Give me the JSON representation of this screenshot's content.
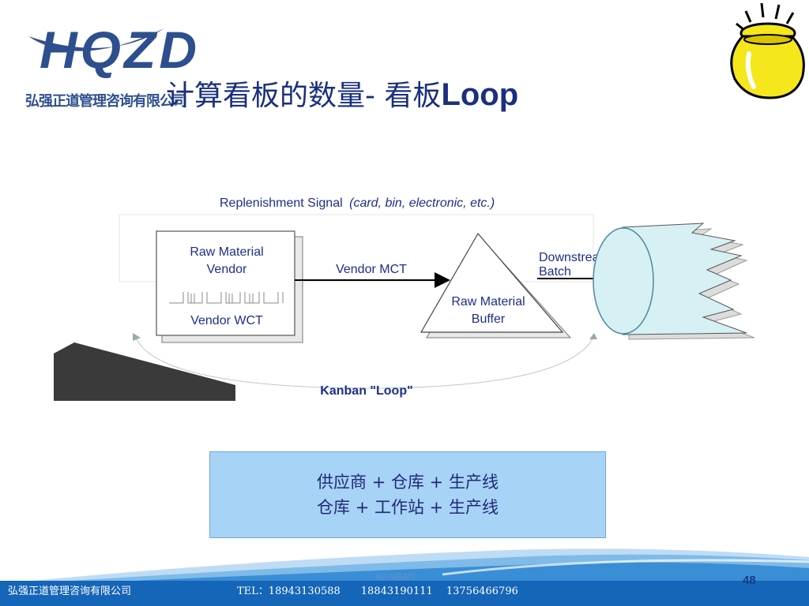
{
  "logo": {
    "letters": "HQZD",
    "company": "弘强正道管理咨询有限公司"
  },
  "title": {
    "main": "计算看板的数量- 看板",
    "suffix": "Loop"
  },
  "diagram": {
    "replenishment_signal": "Replenishment Signal",
    "replenishment_signal_detail": "(card, bin, electronic, etc.)",
    "vendor_box_line1": "Raw Material",
    "vendor_box_line2": "Vendor",
    "vendor_wct": "Vendor WCT",
    "vendor_mct": "Vendor MCT",
    "buffer_line1": "Raw Material",
    "buffer_line2": "Buffer",
    "downstream_line1": "Downstream",
    "downstream_line2": "Batch",
    "kanban_loop": "Kanban \"Loop\""
  },
  "info_box": {
    "line1": "供应商 + 仓库 + 生产线",
    "line2": "仓库 + 工作站 + 生产线"
  },
  "footer": {
    "company": "弘强正道管理咨询有限公司",
    "tel": "TEL：18943130588　　18843190111　 13756466796",
    "watermark": "KANBAN",
    "page": "48"
  },
  "colors": {
    "title": "#1a2f7e",
    "logo": "#2e4f8e",
    "diagram_text": "#1d2f8a",
    "info_box_fill": "#a7d3f7",
    "footer_blue": "#1565b8"
  }
}
